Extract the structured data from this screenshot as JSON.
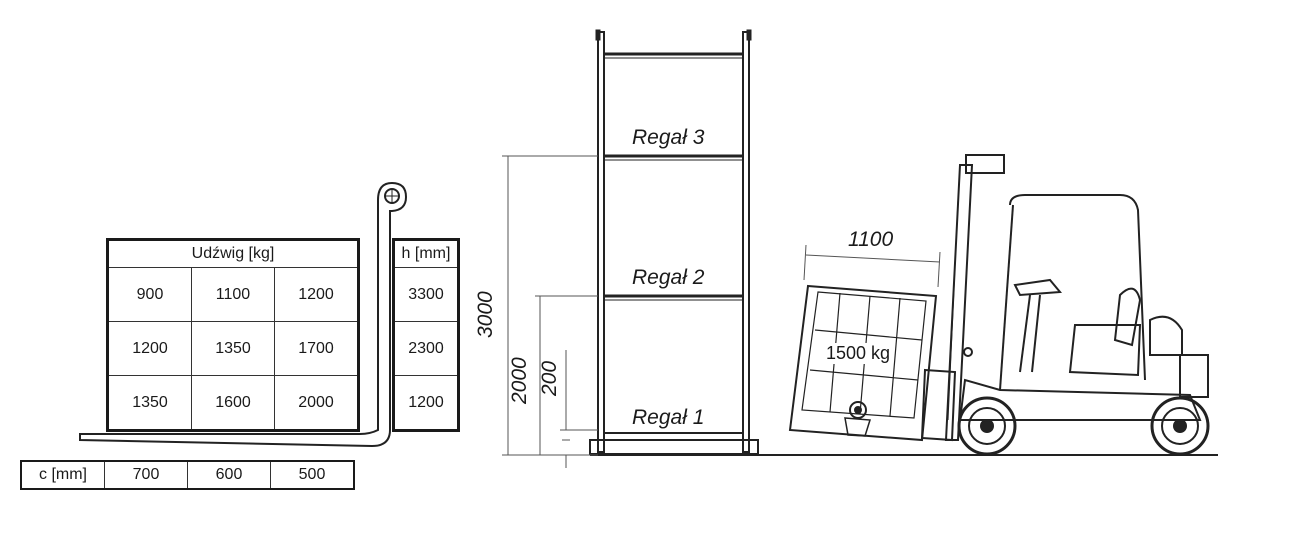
{
  "load_table": {
    "header": "Udźwig [kg]",
    "rows": [
      [
        "900",
        "1100",
        "1200"
      ],
      [
        "1200",
        "1350",
        "1700"
      ],
      [
        "1350",
        "1600",
        "2000"
      ]
    ]
  },
  "height_table": {
    "header": "h [mm]",
    "rows": [
      "3300",
      "2300",
      "1200"
    ]
  },
  "c_table": {
    "header": "c [mm]",
    "values": [
      "700",
      "600",
      "500"
    ]
  },
  "rack": {
    "level_labels": [
      "Regał 3",
      "Regał 2",
      "Regał 1"
    ]
  },
  "dimensions": {
    "total_height": "3000",
    "level2_height": "2000",
    "base_height": "200",
    "container_width": "1100"
  },
  "container": {
    "mass": "1500 kg"
  }
}
